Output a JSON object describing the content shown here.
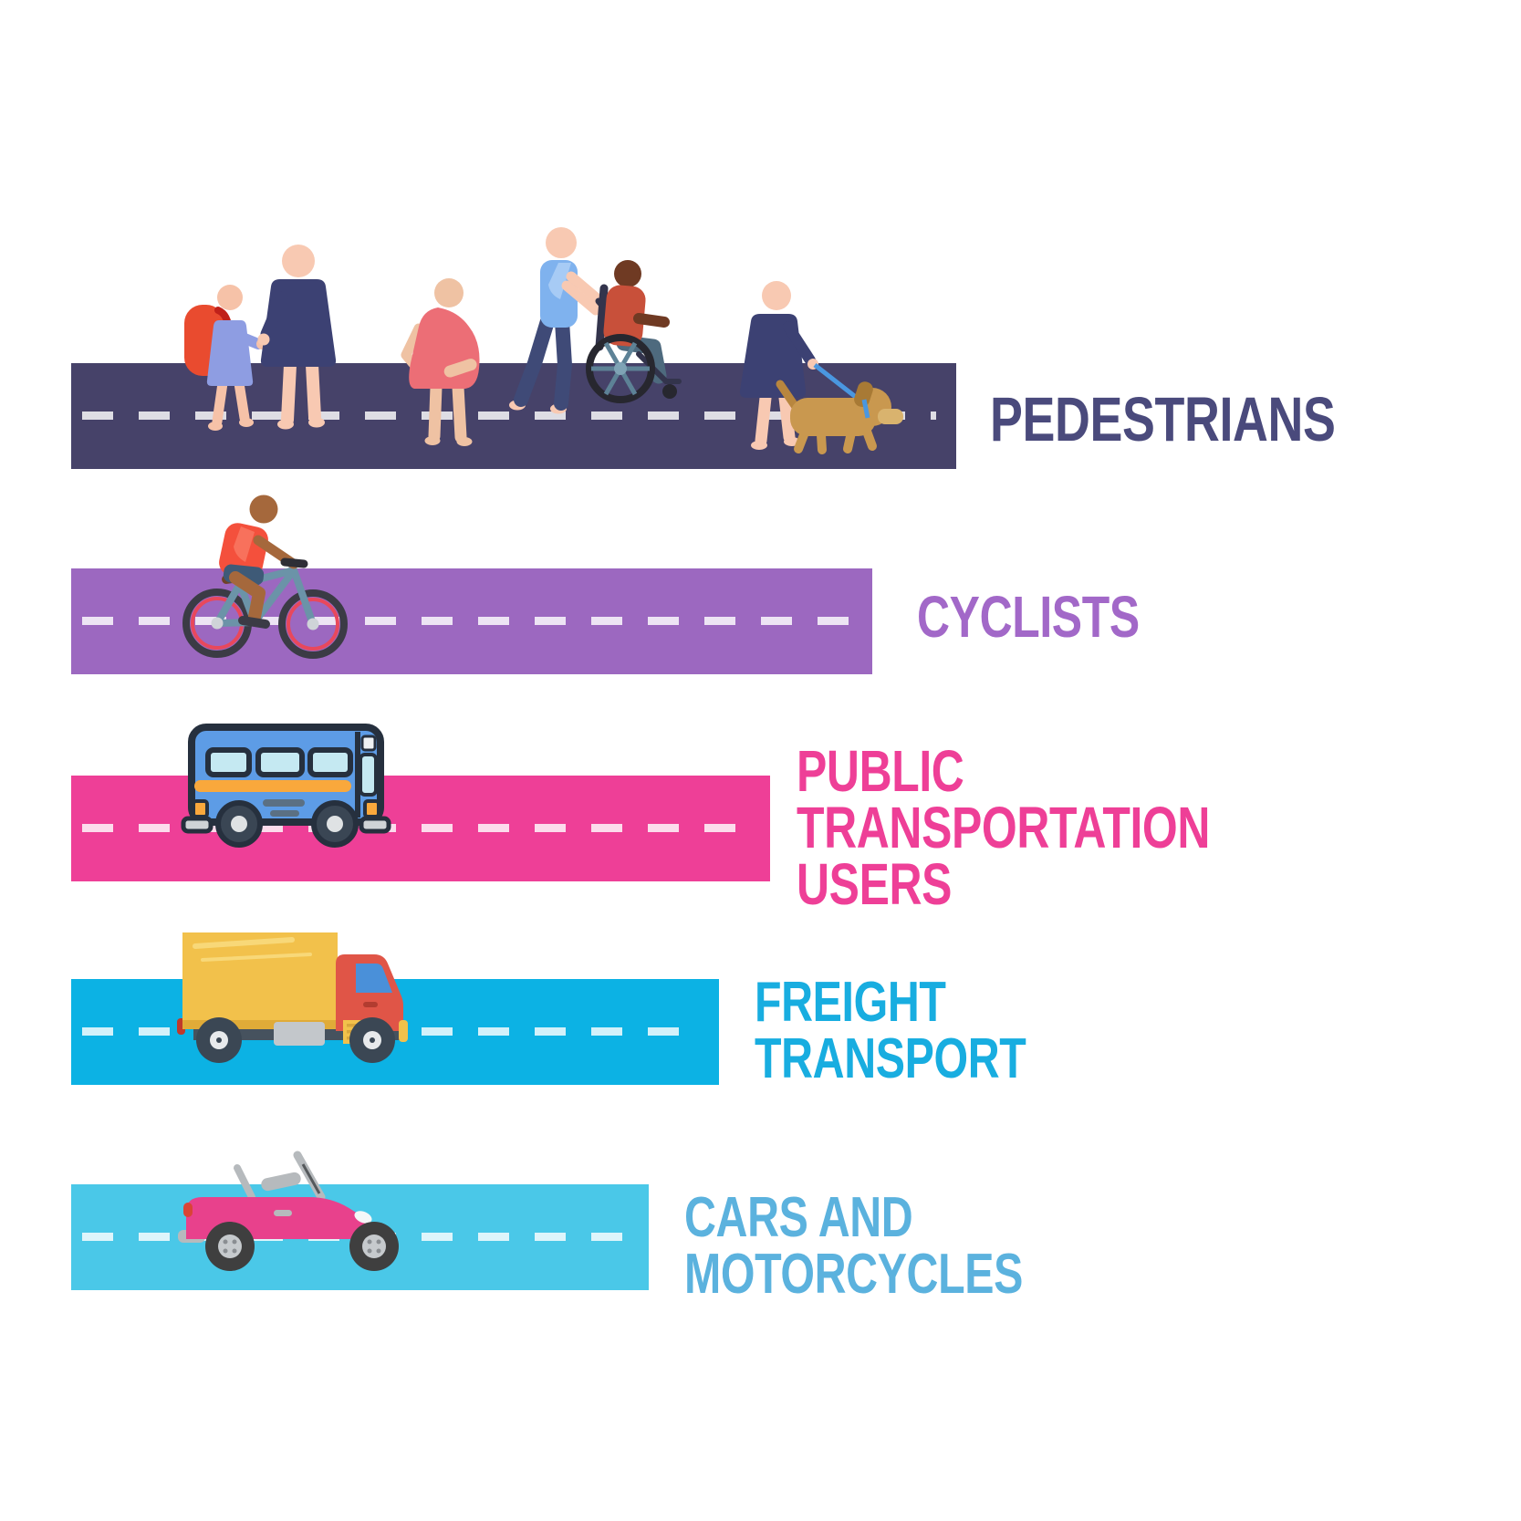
{
  "page": {
    "background_color": "#ffffff",
    "description": "Street users priority infographic"
  },
  "dash_line_color": "rgba(255,255,255,0.82)",
  "rows": [
    {
      "name": "pedestrians",
      "label_lines": [
        "PEDESTRIANS"
      ],
      "bar_color": "#464269",
      "label_color": "#4a4a7c",
      "icons": [
        "child-with-backpack-icon",
        "adult-pedestrian-icon",
        "pregnant-woman-icon",
        "wheelchair-user-with-assistant-icon",
        "person-walking-guide-dog-icon"
      ]
    },
    {
      "name": "cyclists",
      "label_lines": [
        "CYCLISTS"
      ],
      "bar_color": "#9c68c0",
      "label_color": "#a268c8",
      "icons": [
        "cyclist-icon"
      ]
    },
    {
      "name": "public-transportation-users",
      "label_lines": [
        "PUBLIC",
        "TRANSPORTATION",
        "USERS"
      ],
      "bar_color": "#ee3f97",
      "label_color": "#ee3f97",
      "icons": [
        "bus-icon"
      ]
    },
    {
      "name": "freight-transport",
      "label_lines": [
        "FREIGHT",
        "TRANSPORT"
      ],
      "bar_color": "#0cb2e4",
      "label_color": "#18ade0",
      "icons": [
        "truck-icon"
      ]
    },
    {
      "name": "cars-and-motorcycles",
      "label_lines": [
        "CARS AND",
        "MOTORCYCLES"
      ],
      "bar_color": "#4ac8e8",
      "label_color": "#5bb2de",
      "icons": [
        "convertible-car-icon"
      ]
    }
  ]
}
